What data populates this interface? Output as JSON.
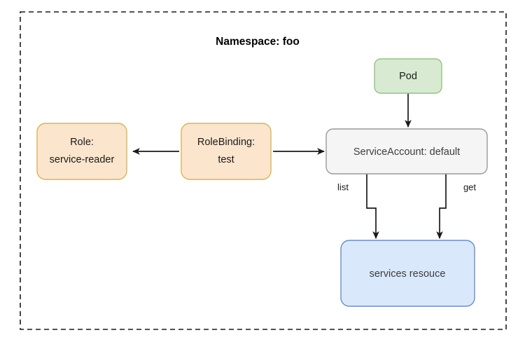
{
  "diagram": {
    "type": "kubernetes-rbac-diagram",
    "boundary": {
      "label": "Namespace: foo",
      "style": "dashed",
      "stroke": "#1a1a1a"
    },
    "nodes": [
      {
        "id": "role",
        "name": "role-node",
        "lines": [
          "Role:",
          "service-reader"
        ],
        "fill": "#fce5cd",
        "stroke": "#d6b656",
        "shape": "rounded-rect"
      },
      {
        "id": "rolebinding",
        "name": "rolebinding-node",
        "lines": [
          "RoleBinding:",
          "test"
        ],
        "fill": "#fce5cd",
        "stroke": "#d6b656",
        "shape": "rounded-rect"
      },
      {
        "id": "pod",
        "name": "pod-node",
        "lines": [
          "Pod"
        ],
        "fill": "#d9ead3",
        "stroke": "#93c47d",
        "shape": "rounded-rect"
      },
      {
        "id": "serviceaccount",
        "name": "serviceaccount-node",
        "lines": [
          "ServiceAccount: default"
        ],
        "fill": "#f5f5f5",
        "stroke": "#999999",
        "shape": "rounded-rect"
      },
      {
        "id": "services-resource",
        "name": "services-resource-node",
        "lines": [
          "services resouce"
        ],
        "fill": "#dae8fc",
        "stroke": "#6c8ebf",
        "shape": "rounded-rect"
      }
    ],
    "edges": [
      {
        "id": "rolebinding-to-role",
        "name": "edge-rolebinding-to-role",
        "from": "rolebinding",
        "to": "role",
        "label": "",
        "direction": "left"
      },
      {
        "id": "rolebinding-to-serviceaccount",
        "name": "edge-rolebinding-to-serviceaccount",
        "from": "rolebinding",
        "to": "serviceaccount",
        "label": "",
        "direction": "right"
      },
      {
        "id": "pod-to-serviceaccount",
        "name": "edge-pod-to-serviceaccount",
        "from": "pod",
        "to": "serviceaccount",
        "label": "",
        "direction": "down"
      },
      {
        "id": "serviceaccount-to-services-list",
        "name": "edge-serviceaccount-to-services-list",
        "from": "serviceaccount",
        "to": "services-resource",
        "label": "list",
        "direction": "down"
      },
      {
        "id": "serviceaccount-to-services-get",
        "name": "edge-serviceaccount-to-services-get",
        "from": "serviceaccount",
        "to": "services-resource",
        "label": "get",
        "direction": "down"
      }
    ]
  }
}
